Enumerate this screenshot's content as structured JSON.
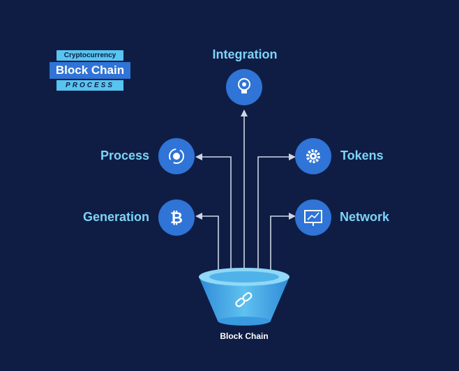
{
  "logo": {
    "top_line": "Cryptocurrency",
    "main_line": "Block Chain",
    "bottom_line": "PROCESS"
  },
  "nodes": {
    "integration": {
      "label": "Integration",
      "icon": "lightbulb-gear-icon"
    },
    "process": {
      "label": "Process",
      "icon": "coin-cycle-icon"
    },
    "tokens": {
      "label": "Tokens",
      "icon": "gear-icon"
    },
    "generation": {
      "label": "Generation",
      "icon": "bitcoin-icon"
    },
    "network": {
      "label": "Network",
      "icon": "presentation-chart-icon"
    }
  },
  "funnel": {
    "label": "Block Chain",
    "icon": "chain-link-icon"
  },
  "colors": {
    "background": "#0f1d45",
    "node_fill": "#2f74d6",
    "label_text": "#7ed3f6",
    "arrow": "#cfd6e4",
    "funnel_light": "#8fd8f7",
    "funnel_mid": "#4fb3ea",
    "funnel_dark": "#2f8bd8"
  }
}
